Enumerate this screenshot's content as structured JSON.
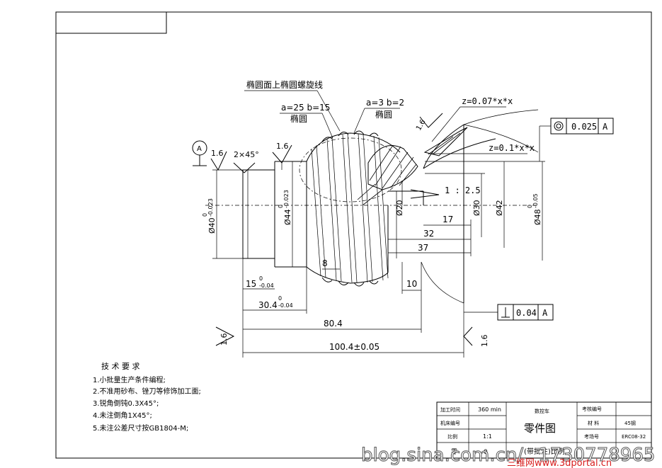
{
  "labels": {
    "curve_title": "椭圆面上椭圆螺旋线",
    "ellipse_params_1": "a=25 b=15",
    "ellipse_label_1": "椭圆",
    "ellipse_params_2": "a=3 b=2",
    "ellipse_label_2": "椭圆",
    "datum_a": "A",
    "rough_1": "1.6",
    "rough_2": "1.6",
    "rough_3": "1.6",
    "rough_4": "1.6",
    "rough_5": "1.6",
    "chamfer": "2×45°",
    "formula_1": "z=0.07*x*x",
    "formula_2": "z=0.1*x*x",
    "taper": "1 : 2.5",
    "gdt_top_value": "0.025",
    "gdt_top_datum": "A",
    "gdt_bottom_value": "0.04",
    "gdt_bottom_datum": "A"
  },
  "dimensions": {
    "d40": "Ø40",
    "d40_tol": "-0.023",
    "d40_tol_up": "0",
    "d44": "Ø44",
    "d44_tol": "-0.023",
    "d44_tol_up": "0",
    "d20": "Ø20",
    "d30": "Ø30",
    "d42": "Ø42",
    "d48": "Ø48",
    "d48_tol": "-0.05",
    "d48_tol_up": "0",
    "l17": "17",
    "l32": "32",
    "l37": "37",
    "l10": "10",
    "l8": "8",
    "l15": "15",
    "l15_tol": "-0.04",
    "l15_tol_up": "0",
    "l30": "30.4",
    "l30_tol": "-0.04",
    "l30_tol_up": "0",
    "l80": "80.4",
    "l100": "100.4±0.05"
  },
  "notes": {
    "title": "技 术 要 求",
    "items": [
      "1.小批量生产条件编程;",
      "2.不准用砂布、锉刀等修饰加工面;",
      "3.锐角倒钝0.3X45°;",
      "4.未注倒角1X45°;",
      "5.未注公差尺寸按GB1804-M;"
    ]
  },
  "title_block": {
    "time_label": "加工时间",
    "time_value": "360 min",
    "machine_label": "机床编号",
    "scale_label": "比例",
    "scale_value": "1:1",
    "project_label": "数控车",
    "part_title": "零件图",
    "drawing_no_label": "考核编号",
    "material_label": "材 料",
    "material_value": "45钢",
    "code_label": "考场号",
    "code_value": "ERC08-32",
    "bottom_left": "零",
    "bottom_right_1": "0",
    "bottom_center": "(带批注)比例"
  },
  "watermark": {
    "blog": "blog.sina.com.cn/",
    "number": "1730778965",
    "site": "三维网www.3dportal.cn"
  }
}
